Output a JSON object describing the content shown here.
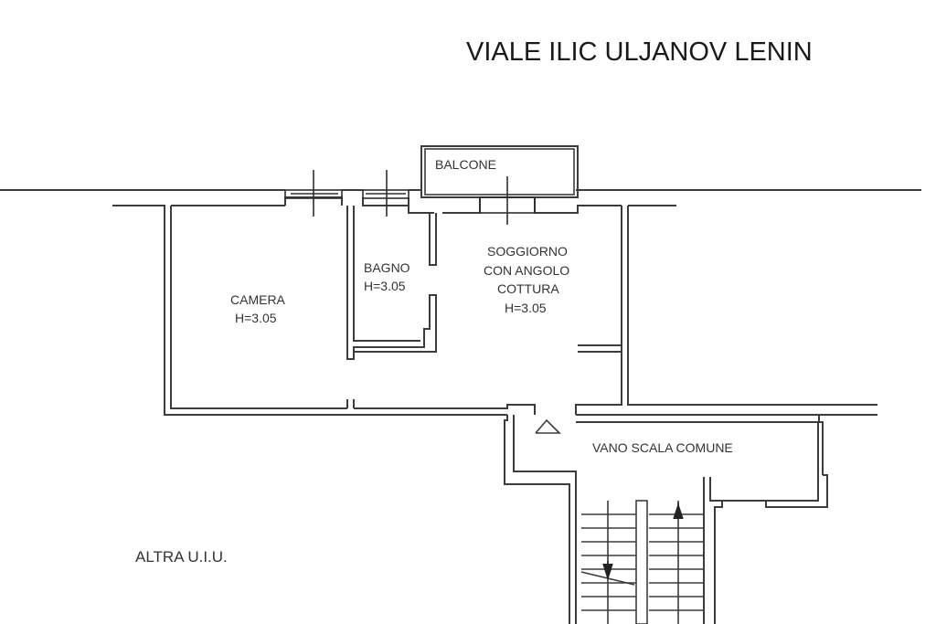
{
  "street": {
    "name": "VIALE ILIC ULJANOV LENIN"
  },
  "rooms": {
    "balcone": {
      "label": "BALCONE"
    },
    "camera": {
      "label": "CAMERA",
      "height": "H=3.05"
    },
    "bagno": {
      "label": "BAGNO",
      "height": "H=3.05"
    },
    "soggiorno": {
      "lines": [
        "SOGGIORNO",
        "CON ANGOLO",
        "COTTURA"
      ],
      "height": "H=3.05"
    },
    "vano_scala": {
      "label": "VANO SCALA COMUNE"
    },
    "altra_uiu": {
      "label": "ALTRA U.I.U."
    }
  },
  "colors": {
    "line": "#3c3c3c",
    "text": "#333333",
    "background": "#ffffff"
  }
}
